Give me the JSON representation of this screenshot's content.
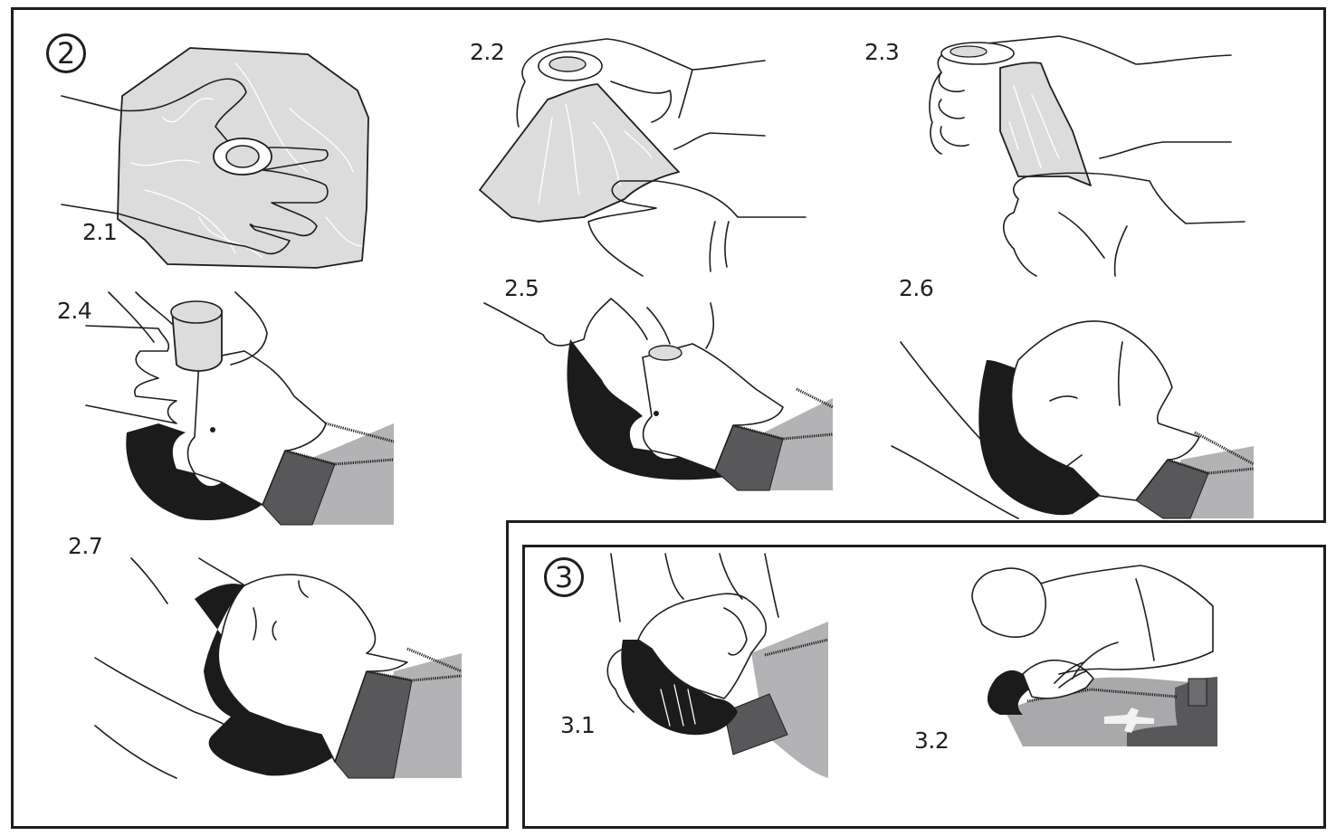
{
  "document": {
    "subject": "Face shield CPR instructions",
    "sections": [
      {
        "badge": "2",
        "steps": [
          {
            "label": "2.1",
            "illustration": "face-shield-unfolded-on-palm"
          },
          {
            "label": "2.2",
            "illustration": "holding-valve-and-unfolding-shield"
          },
          {
            "label": "2.3",
            "illustration": "gripping-folded-shield"
          },
          {
            "label": "2.4",
            "illustration": "placing-valve-into-mouth"
          },
          {
            "label": "2.5",
            "illustration": "pressing-valve-into-mouth"
          },
          {
            "label": "2.6",
            "illustration": "spreading-shield-over-face"
          },
          {
            "label": "2.7",
            "illustration": "shield-positioned-head-tilted"
          }
        ]
      },
      {
        "badge": "3",
        "steps": [
          {
            "label": "3.1",
            "illustration": "head-tilt-chin-lift"
          },
          {
            "label": "3.2",
            "illustration": "rescue-breath-check"
          }
        ]
      }
    ]
  },
  "colors": {
    "frame": "#1e1e1e",
    "mask_fill": "#dcdcdd",
    "hair": "#1b1b1b",
    "shirt_dark": "#58585a",
    "shirt_light": "#b3b3b5",
    "text": "#231f20"
  }
}
